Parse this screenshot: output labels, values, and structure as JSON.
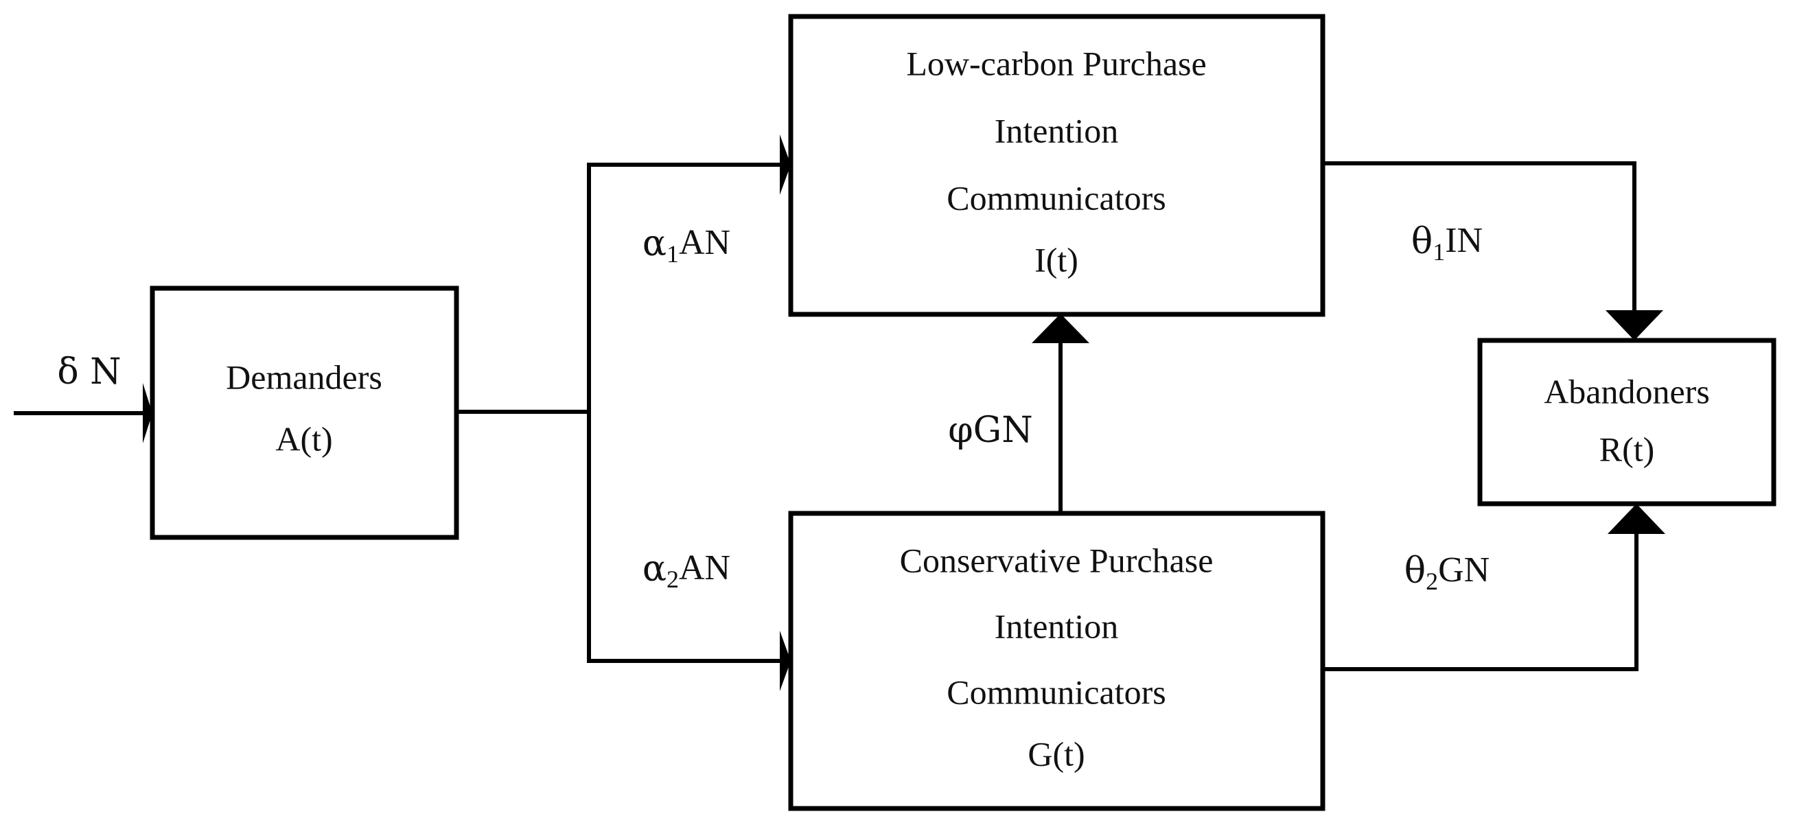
{
  "diagram": {
    "type": "flow-block-diagram",
    "background_color": "#ffffff",
    "line_color": "#000000",
    "text_color": "#111111",
    "nodes": [
      {
        "id": "demanders",
        "lines": [
          "Demanders",
          "A(t)"
        ],
        "line1": "Demanders",
        "line2": "A(t)"
      },
      {
        "id": "low-carbon",
        "lines": [
          "Low-carbon Purchase",
          "Intention",
          "Communicators",
          "I(t)"
        ],
        "line1": "Low-carbon Purchase",
        "line2": "Intention",
        "line3": "Communicators",
        "line4": "I(t)"
      },
      {
        "id": "conservative",
        "lines": [
          "Conservative Purchase",
          "Intention",
          "Communicators",
          "G(t)"
        ],
        "line1": "Conservative Purchase",
        "line2": "Intention",
        "line3": "Communicators",
        "line4": "G(t)"
      },
      {
        "id": "abandoners",
        "lines": [
          "Abandoners",
          "R(t)"
        ],
        "line1": "Abandoners",
        "line2": "R(t)"
      }
    ],
    "edges": [
      {
        "id": "inflow",
        "label_base": "δ N",
        "label_sub": "",
        "label_tail": "",
        "from": "external",
        "to": "demanders"
      },
      {
        "id": "a1",
        "label_base": "α",
        "label_sub": "1",
        "label_tail": "AN",
        "from": "demanders",
        "to": "low-carbon"
      },
      {
        "id": "a2",
        "label_base": "α",
        "label_sub": "2",
        "label_tail": "AN",
        "from": "demanders",
        "to": "conservative"
      },
      {
        "id": "phi",
        "label_base": "φGN",
        "label_sub": "",
        "label_tail": "",
        "from": "conservative",
        "to": "low-carbon"
      },
      {
        "id": "theta1",
        "label_base": "θ",
        "label_sub": "1",
        "label_tail": "IN",
        "from": "low-carbon",
        "to": "abandoners"
      },
      {
        "id": "theta2",
        "label_base": "θ",
        "label_sub": "2",
        "label_tail": "GN",
        "from": "conservative",
        "to": "abandoners"
      }
    ]
  }
}
